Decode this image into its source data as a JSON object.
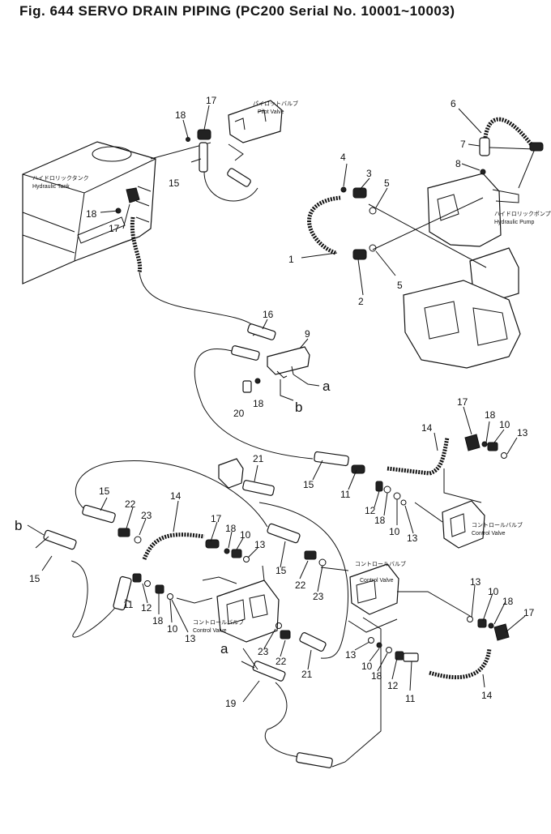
{
  "title": "Fig. 644  SERVO DRAIN PIPING  (PC200 Serial No. 10001~10003)",
  "components": {
    "pilot_valve": {
      "jp": "パイロットバルブ",
      "en": "Pilot Valve"
    },
    "hydraulic_tank": {
      "jp": "ハイドロリックタンク",
      "en": "Hydraulic Tank"
    },
    "hydraulic_pump": {
      "jp": "ハイドロリックポンプ",
      "en": "Hydraulic Pump"
    },
    "control_valve_1": {
      "jp": "コントロールバルブ",
      "en": "Control Valve"
    },
    "control_valve_2": {
      "jp": "コントロールバルブ",
      "en": "Control Valve"
    },
    "control_valve_3": {
      "jp": "コントロールバルブ",
      "en": "Control Valve"
    }
  },
  "callouts": [
    {
      "id": "c1",
      "text": "17"
    },
    {
      "id": "c2",
      "text": "18"
    },
    {
      "id": "c3",
      "text": "15"
    },
    {
      "id": "c4",
      "text": "18"
    },
    {
      "id": "c5",
      "text": "17"
    },
    {
      "id": "c6",
      "text": "6"
    },
    {
      "id": "c7",
      "text": "7"
    },
    {
      "id": "c8",
      "text": "8"
    },
    {
      "id": "c9",
      "text": "4"
    },
    {
      "id": "c10",
      "text": "3"
    },
    {
      "id": "c11",
      "text": "5"
    },
    {
      "id": "c12",
      "text": "1"
    },
    {
      "id": "c13",
      "text": "5"
    },
    {
      "id": "c14",
      "text": "2"
    },
    {
      "id": "c15",
      "text": "16"
    },
    {
      "id": "c16",
      "text": "9"
    },
    {
      "id": "c17",
      "text": "a"
    },
    {
      "id": "c18",
      "text": "b"
    },
    {
      "id": "c19",
      "text": "20"
    },
    {
      "id": "c20",
      "text": "18"
    },
    {
      "id": "c21",
      "text": "17"
    },
    {
      "id": "c22",
      "text": "18"
    },
    {
      "id": "c23",
      "text": "10"
    },
    {
      "id": "c24",
      "text": "13"
    },
    {
      "id": "c25",
      "text": "14"
    },
    {
      "id": "c26",
      "text": "21"
    },
    {
      "id": "c27",
      "text": "15"
    },
    {
      "id": "c28",
      "text": "11"
    },
    {
      "id": "c29",
      "text": "12"
    },
    {
      "id": "c30",
      "text": "18"
    },
    {
      "id": "c31",
      "text": "10"
    },
    {
      "id": "c32",
      "text": "13"
    },
    {
      "id": "c33",
      "text": "15"
    },
    {
      "id": "c34",
      "text": "22"
    },
    {
      "id": "c35",
      "text": "23"
    },
    {
      "id": "c36",
      "text": "14"
    },
    {
      "id": "c37",
      "text": "b"
    },
    {
      "id": "c38",
      "text": "15"
    },
    {
      "id": "c39",
      "text": "17"
    },
    {
      "id": "c40",
      "text": "18"
    },
    {
      "id": "c41",
      "text": "10"
    },
    {
      "id": "c42",
      "text": "13"
    },
    {
      "id": "c43",
      "text": "15"
    },
    {
      "id": "c44",
      "text": "22"
    },
    {
      "id": "c45",
      "text": "23"
    },
    {
      "id": "c46",
      "text": "11"
    },
    {
      "id": "c47",
      "text": "12"
    },
    {
      "id": "c48",
      "text": "18"
    },
    {
      "id": "c49",
      "text": "10"
    },
    {
      "id": "c50",
      "text": "13"
    },
    {
      "id": "c51",
      "text": "13"
    },
    {
      "id": "c52",
      "text": "10"
    },
    {
      "id": "c53",
      "text": "18"
    },
    {
      "id": "c54",
      "text": "17"
    },
    {
      "id": "c55",
      "text": "a"
    },
    {
      "id": "c56",
      "text": "23"
    },
    {
      "id": "c57",
      "text": "22"
    },
    {
      "id": "c58",
      "text": "21"
    },
    {
      "id": "c59",
      "text": "13"
    },
    {
      "id": "c60",
      "text": "10"
    },
    {
      "id": "c61",
      "text": "18"
    },
    {
      "id": "c62",
      "text": "12"
    },
    {
      "id": "c63",
      "text": "11"
    },
    {
      "id": "c64",
      "text": "14"
    },
    {
      "id": "c65",
      "text": "19"
    }
  ]
}
